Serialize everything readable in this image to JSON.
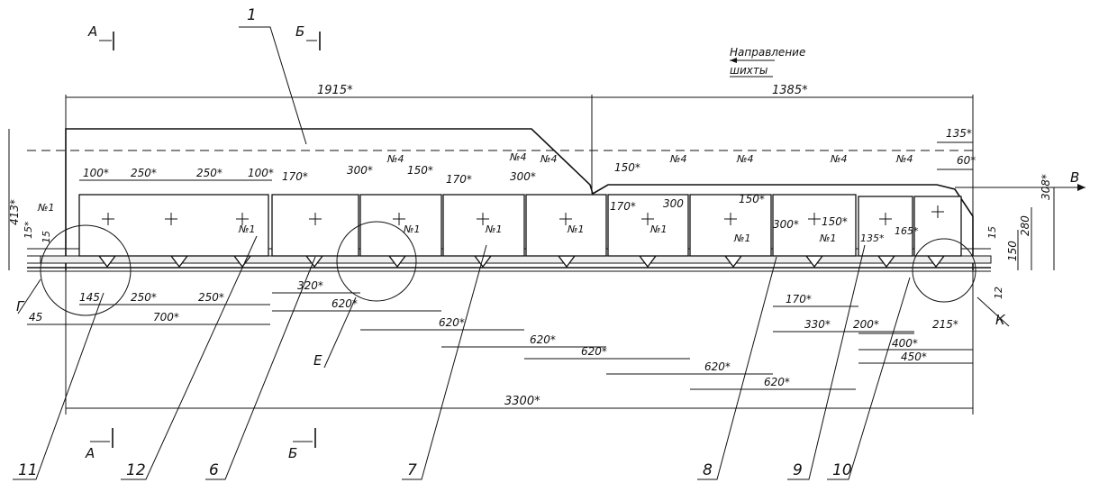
{
  "direction_label": {
    "line1": "Направление",
    "line2": "шихты"
  },
  "section_marks": {
    "a_top": "А",
    "b_top": "Б",
    "a_bottom": "А",
    "b_bottom": "Б",
    "v_right": "В"
  },
  "detail_labels": {
    "g": "Г",
    "e": "Е",
    "k": "К"
  },
  "callouts": {
    "c1": "1",
    "c11": "11",
    "c12": "12",
    "c6": "6",
    "c7": "7",
    "c8": "8",
    "c9": "9",
    "c10": "10"
  },
  "block_labels": {
    "n1": "№1",
    "n4": "№4"
  },
  "dimensions": {
    "d1915": "1915*",
    "d1385": "1385*",
    "d3300": "3300*",
    "d100a": "100*",
    "d250a": "250*",
    "d250b": "250*",
    "d100b": "100*",
    "d170a": "170*",
    "d300a": "300*",
    "d150a": "150*",
    "d170b": "170*",
    "d300b": "300*",
    "d150b": "150*",
    "d170c": "170*",
    "d300c": "300",
    "d150c": "150*",
    "d300d": "300*",
    "d150d": "150*",
    "d135a": "135*",
    "d165": "165*",
    "d135top": "135*",
    "d60": "60*",
    "d308": "308*",
    "d280": "280",
    "d150v": "150",
    "d15a": "15",
    "d12": "12",
    "d413": "413*",
    "d15b": "15*",
    "d15c": "15",
    "d145": "145",
    "d250c": "250*",
    "d250d": "250*",
    "d700": "700*",
    "d45": "45",
    "d320": "320*",
    "d620a": "620*",
    "d620b": "620*",
    "d620c": "620*",
    "d620d": "620*",
    "d620e": "620*",
    "d620f": "620*",
    "d170d": "170*",
    "d330": "330*",
    "d200": "200*",
    "d215": "215*",
    "d400": "400*",
    "d450": "450*"
  }
}
